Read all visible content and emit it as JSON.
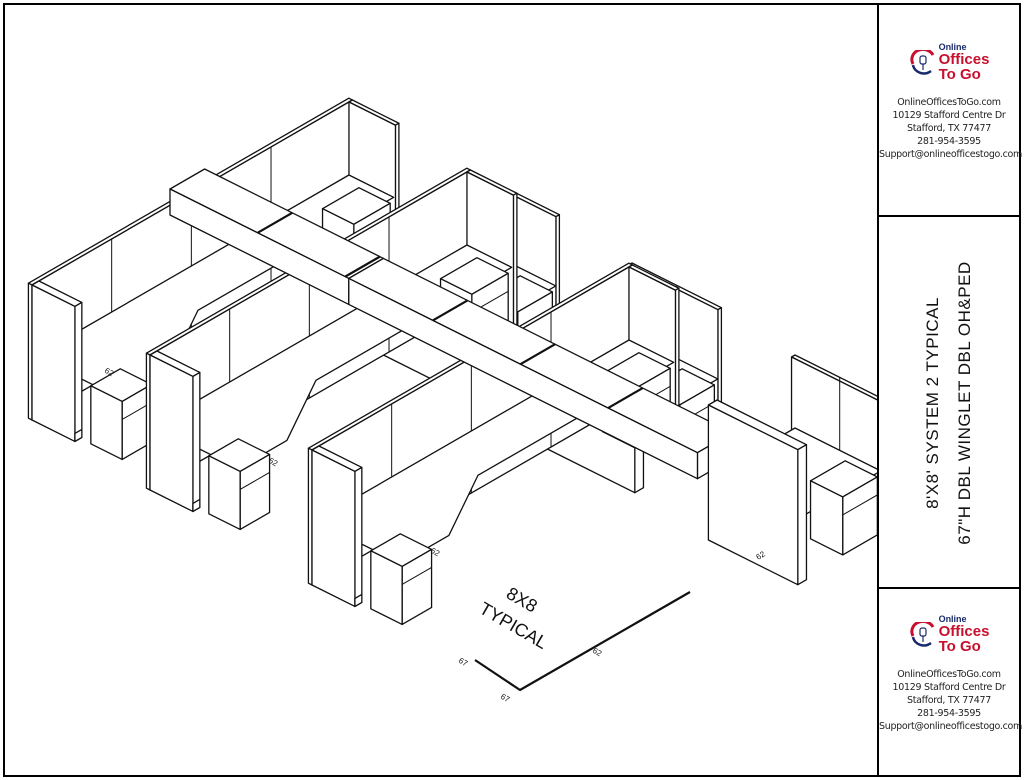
{
  "drawing": {
    "label_size": "8X8",
    "label_typical": "TYPICAL",
    "dimensions": [
      "62",
      "62",
      "62",
      "62",
      "67",
      "67",
      "62"
    ]
  },
  "sidebar": {
    "logo": {
      "line1": "Online",
      "line2": "Offices",
      "line3": "To Go",
      "colors": {
        "blue": "#1a2a6c",
        "red": "#c8102e"
      }
    },
    "info": {
      "website": "OnlineOfficesToGo.com",
      "address1": "10129 Stafford Centre Dr",
      "address2": "Stafford, TX 77477",
      "phone": "281-954-3595",
      "email": "Support@onlineofficestogo.com"
    },
    "title": {
      "line1": "8'X8' SYSTEM 2 TYPICAL",
      "line2": "67\"H DBL WINGLET DBL OH&PED"
    }
  }
}
